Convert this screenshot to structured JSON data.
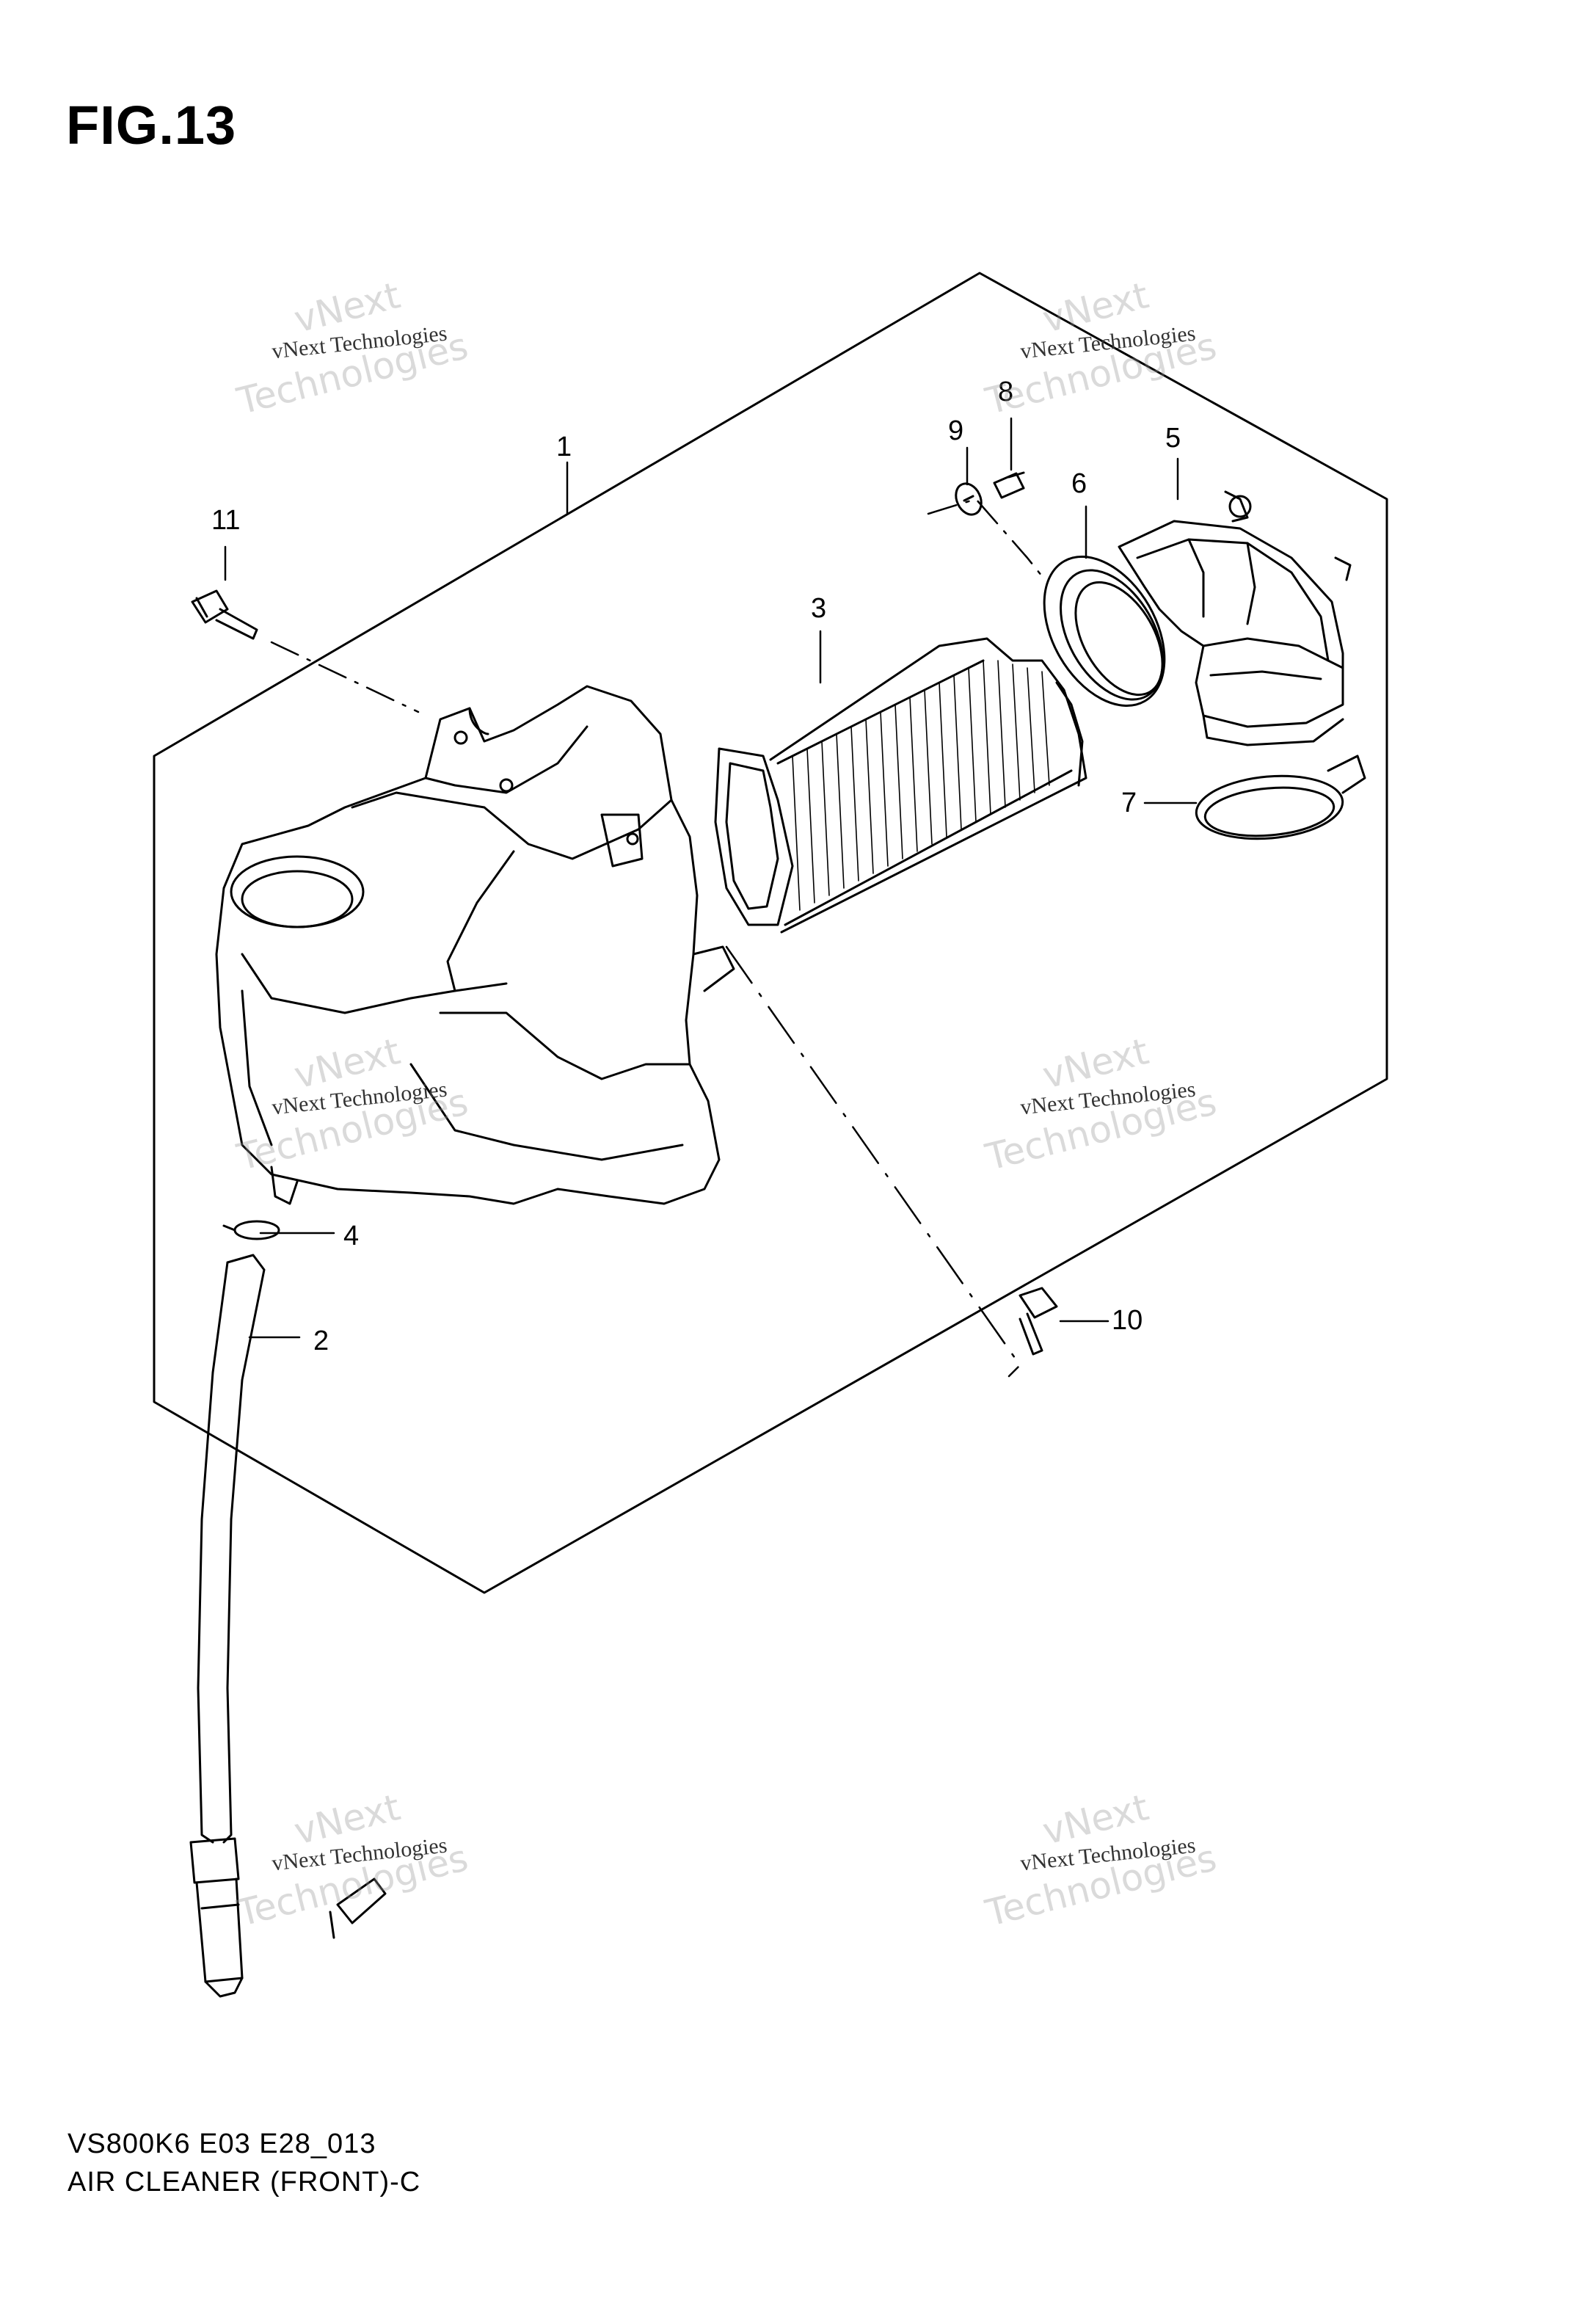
{
  "figure": {
    "title": "FIG.13"
  },
  "callouts": [
    "1",
    "2",
    "3",
    "4",
    "5",
    "6",
    "7",
    "8",
    "9",
    "10",
    "11"
  ],
  "watermark": {
    "line1": "vNext Technologies",
    "line2": "vNext",
    "line3": "Technologies"
  },
  "footer": {
    "code": "VS800K6 E03 E28_013",
    "caption": "AIR CLEANER (FRONT)-C"
  },
  "colors": {
    "ink": "#000000",
    "watermark": "#969696",
    "background": "#ffffff"
  }
}
